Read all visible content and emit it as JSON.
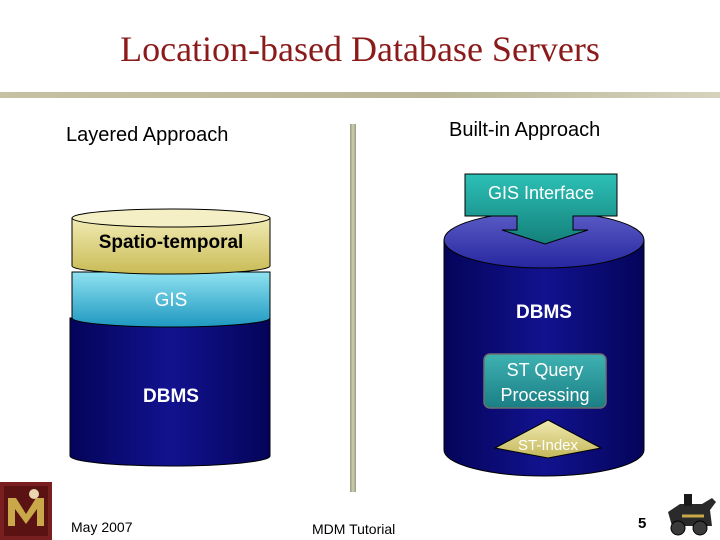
{
  "title": "Location-based Database Servers",
  "left": {
    "heading": "Layered Approach",
    "layers": {
      "spatio_temporal": "Spatio-temporal",
      "gis": "GIS",
      "dbms": "DBMS"
    }
  },
  "right": {
    "heading": "Built-in Approach",
    "gis_interface": "GIS Interface",
    "dbms": "DBMS",
    "st_query_line1": "ST Query",
    "st_query_line2": "Processing",
    "st_index": "ST-Index"
  },
  "footer": {
    "date": "May 2007",
    "center": "MDM Tutorial",
    "page": "5"
  },
  "colors": {
    "title": "#8b1a1a",
    "cylinder_dark": "#0a0a7a",
    "gis_teal": "#2bb5d0",
    "spatio_gold": "#e3d98a",
    "interface_teal": "#1fa7a0",
    "st_index_gold": "#e6df93"
  }
}
